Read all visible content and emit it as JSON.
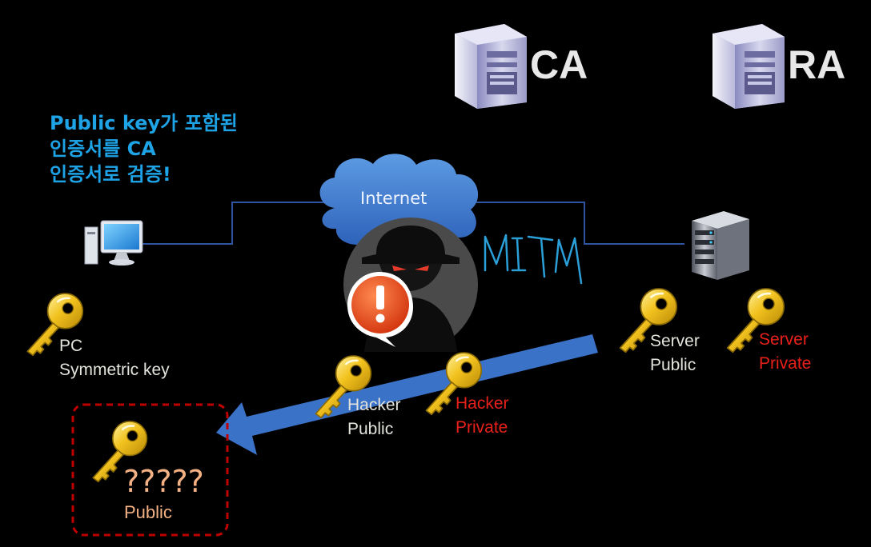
{
  "servers": {
    "ca_label": "CA",
    "ra_label": "RA"
  },
  "note": {
    "line1": "Public key가 포함된",
    "line2": "인증서를 CA",
    "line3": "인증서로 검증!"
  },
  "network": {
    "cloud_label": "Internet",
    "handwriting": "MITM"
  },
  "keys": {
    "pc": {
      "line1": "PC",
      "line2": "Symmetric key"
    },
    "server_public": {
      "line1": "Server",
      "line2": "Public"
    },
    "server_private": {
      "line1": "Server",
      "line2": "Private"
    },
    "hacker_public": {
      "line1": "Hacker",
      "line2": "Public"
    },
    "hacker_private": {
      "line1": "Hacker",
      "line2": "Private"
    },
    "received": {
      "unknown": "?????",
      "label": "Public"
    }
  },
  "icons": {
    "ca_server": "server-tower-icon",
    "ra_server": "server-tower-icon",
    "pc": "desktop-computer-icon",
    "web_server": "rack-server-icon",
    "hacker": "hacker-spy-icon",
    "alert": "exclamation-alert-icon",
    "key": "gold-key-icon"
  },
  "colors": {
    "background": "#000000",
    "note_text": "#1ea3e6",
    "private_text": "#e8201a",
    "public_text": "#e3e3dc",
    "unknown_text": "#f4b183",
    "dashed_box": "#c00000",
    "arrow": "#3a72c8",
    "network_line": "#2f55a0",
    "handwriting": "#2a9fd8"
  }
}
